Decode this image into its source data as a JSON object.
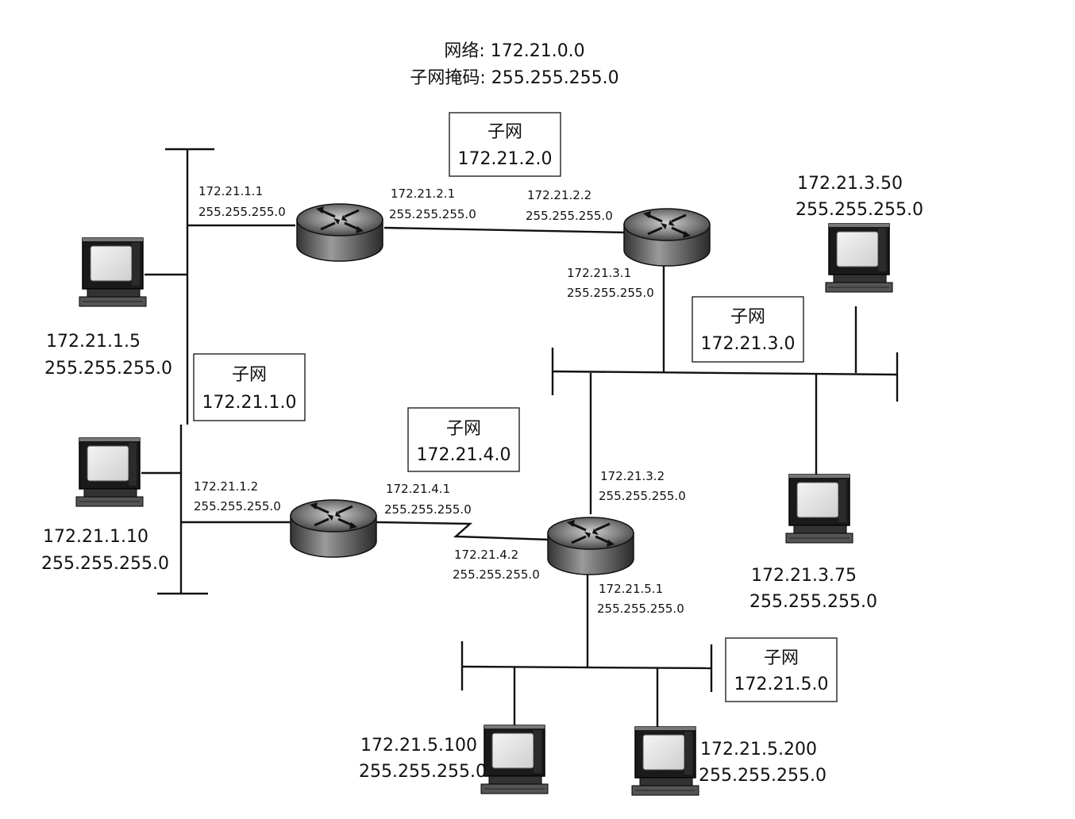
{
  "header": {
    "network_line": "网络: 172.21.0.0",
    "mask_line": "子网掩码: 255.255.255.0"
  },
  "subnets": {
    "s2": {
      "label": "子网",
      "addr": "172.21.2.0"
    },
    "s1": {
      "label": "子网",
      "addr": "172.21.1.0"
    },
    "s4": {
      "label": "子网",
      "addr": "172.21.4.0"
    },
    "s3": {
      "label": "子网",
      "addr": "172.21.3.0"
    },
    "s5": {
      "label": "子网",
      "addr": "172.21.5.0"
    }
  },
  "interfaces": {
    "if_1_1": {
      "ip": "172.21.1.1",
      "mask": "255.255.255.0"
    },
    "if_2_1": {
      "ip": "172.21.2.1",
      "mask": "255.255.255.0"
    },
    "if_2_2": {
      "ip": "172.21.2.2",
      "mask": "255.255.255.0"
    },
    "if_3_1": {
      "ip": "172.21.3.1",
      "mask": "255.255.255.0"
    },
    "if_1_2": {
      "ip": "172.21.1.2",
      "mask": "255.255.255.0"
    },
    "if_4_1": {
      "ip": "172.21.4.1",
      "mask": "255.255.255.0"
    },
    "if_4_2": {
      "ip": "172.21.4.2",
      "mask": "255.255.255.0"
    },
    "if_3_2": {
      "ip": "172.21.3.2",
      "mask": "255.255.255.0"
    },
    "if_5_1": {
      "ip": "172.21.5.1",
      "mask": "255.255.255.0"
    }
  },
  "hosts": {
    "h_1_5": {
      "ip": "172.21.1.5",
      "mask": "255.255.255.0"
    },
    "h_1_10": {
      "ip": "172.21.1.10",
      "mask": "255.255.255.0"
    },
    "h_3_50": {
      "ip": "172.21.3.50",
      "mask": "255.255.255.0"
    },
    "h_3_75": {
      "ip": "172.21.3.75",
      "mask": "255.255.255.0"
    },
    "h_5_100": {
      "ip": "172.21.5.100",
      "mask": "255.255.255.0"
    },
    "h_5_200": {
      "ip": "172.21.5.200",
      "mask": "255.255.255.0"
    }
  },
  "icons": {
    "router": "router-icon",
    "computer": "computer-icon"
  },
  "colors": {
    "ink": "#111111",
    "background": "#ffffff"
  }
}
